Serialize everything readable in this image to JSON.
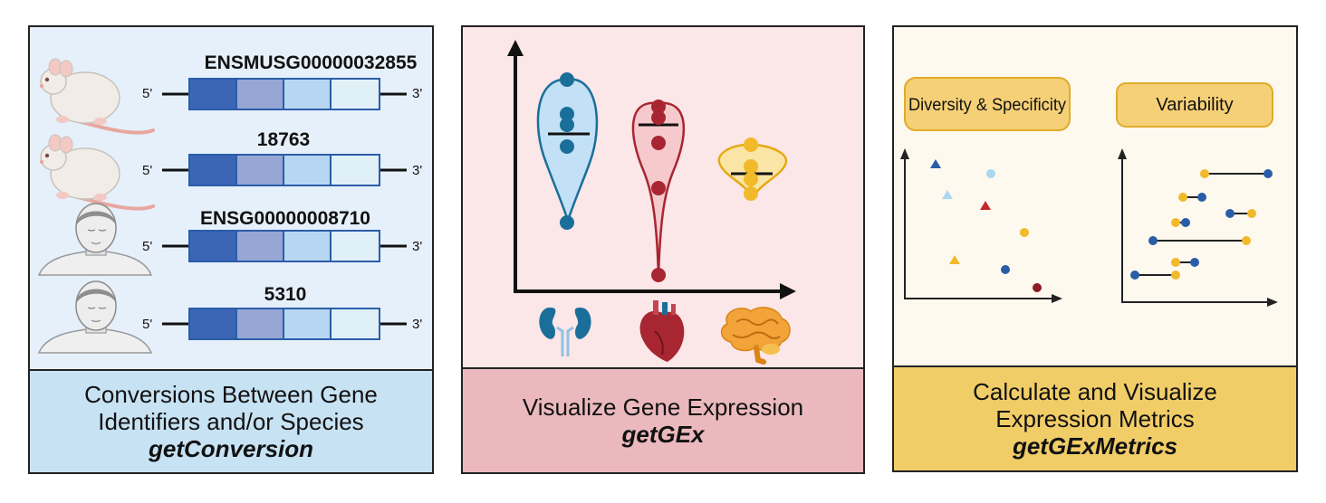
{
  "panel1": {
    "caption_line1": "Conversions Between Gene",
    "caption_line2": "Identifiers and/or Species",
    "function_name": "getConversion",
    "genes": [
      {
        "id": "ENSMUSG00000032855",
        "species": "mouse",
        "five": "5'",
        "three": "3'"
      },
      {
        "id": "18763",
        "species": "mouse",
        "five": "5'",
        "three": "3'"
      },
      {
        "id": "ENSG00000008710",
        "species": "human",
        "five": "5'",
        "three": "3'"
      },
      {
        "id": "5310",
        "species": "human",
        "five": "5'",
        "three": "3'"
      }
    ],
    "colors": {
      "background": "#e6f0fb",
      "caption": "#c7e2f3"
    }
  },
  "panel2": {
    "caption_line1": "Visualize Gene Expression",
    "function_name": "getGEx",
    "organs": [
      "kidney-icon",
      "heart-icon",
      "brain-icon"
    ],
    "colors": {
      "background": "#fbe6e8",
      "caption": "#ebb9bd",
      "kidney": "#1a6f9a",
      "heart": "#a82631",
      "brain": "#f2b92a"
    }
  },
  "panel3": {
    "caption_line1": "Calculate and Visualize",
    "caption_line2": "Expression Metrics",
    "function_name": "getGExMetrics",
    "badge_left": "Diversity & Specificity",
    "badge_right": "Variability",
    "colors": {
      "background": "#fdf9ee",
      "caption": "#f1cd68",
      "badge": "#f6d077"
    }
  }
}
